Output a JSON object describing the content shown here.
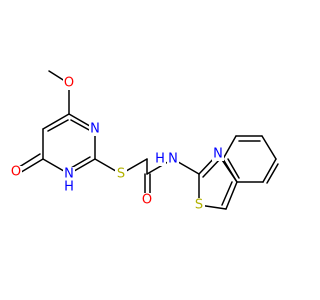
{
  "molecule": {
    "colors": {
      "bond": "#000000",
      "oxygen": "#ff0000",
      "nitrogen": "#0000ff",
      "sulfur": "#b2b200",
      "background": "#ffffff"
    },
    "atoms": {
      "methoxy_o": "O",
      "ketone_o": "O",
      "amide_o": "O",
      "ring_nh_n": "N",
      "ring_nh_h": "H",
      "ring_n": "N",
      "thioether_s": "S",
      "amide_n": "N",
      "amide_h": "H",
      "thiazole_n": "N",
      "thiazole_s": "S"
    }
  }
}
